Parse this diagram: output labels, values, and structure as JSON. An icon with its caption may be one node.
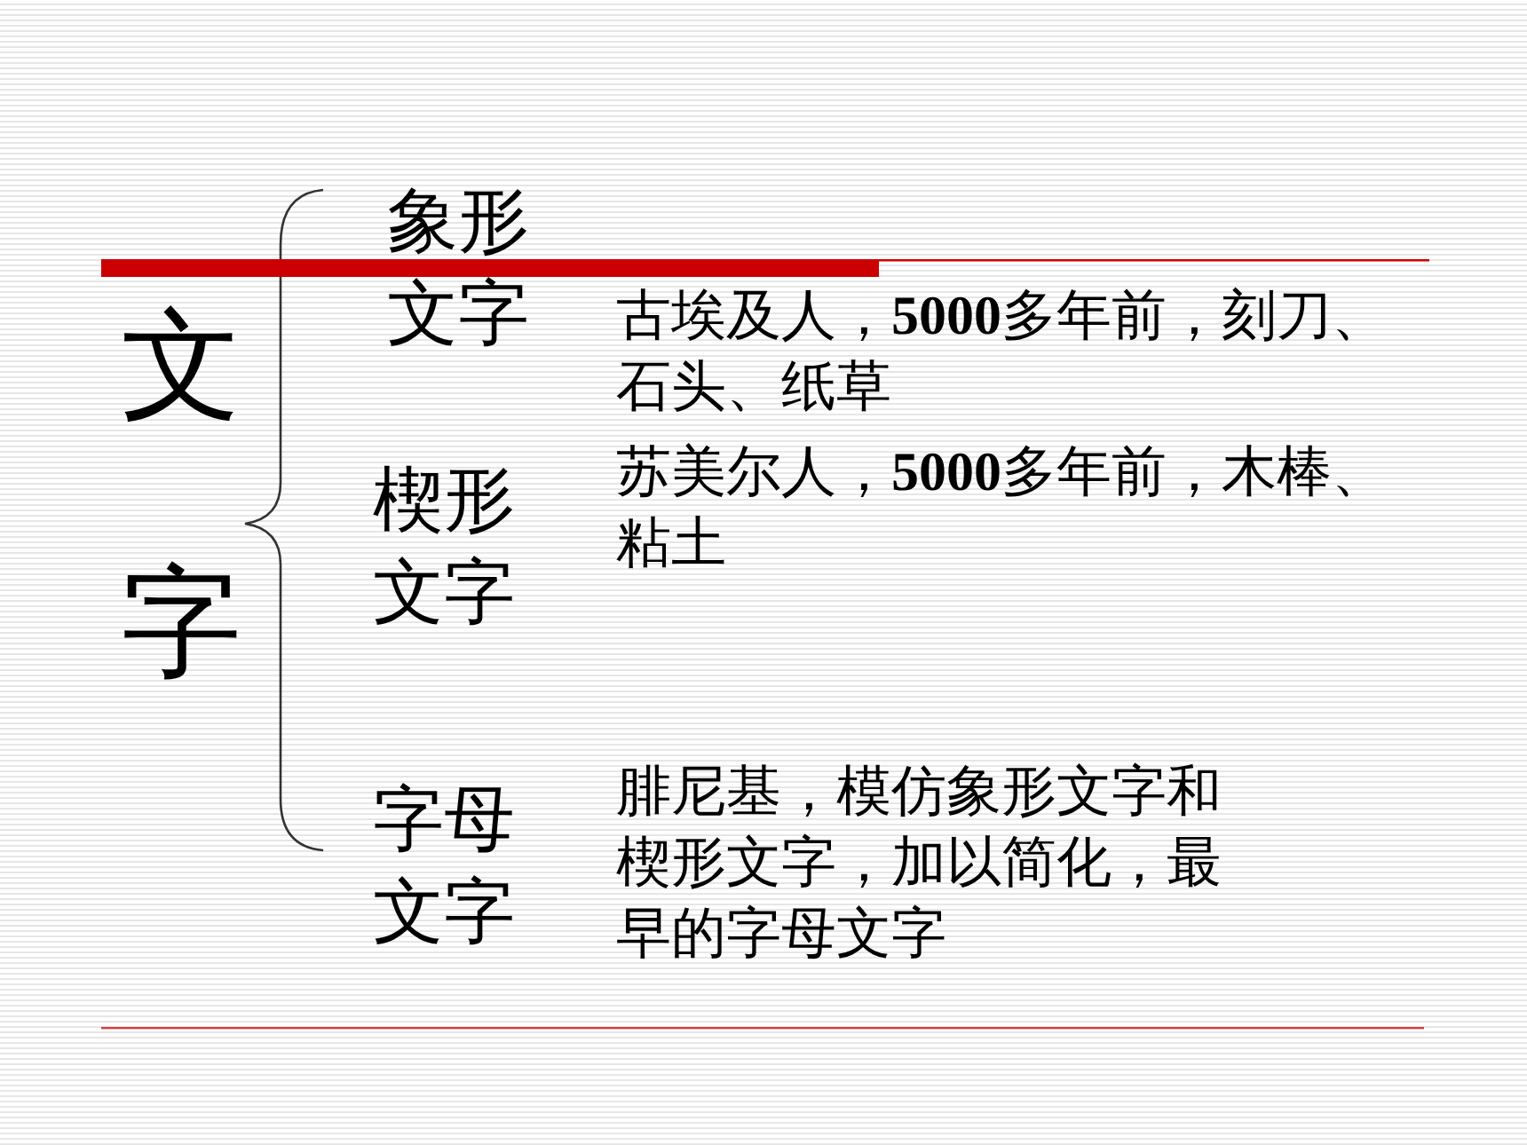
{
  "diagram": {
    "labels": [
      "文字",
      "象形文字",
      "古埃及人，**5000**多年前，刻刀、石头、纸草",
      "楔形文字",
      "苏美尔人，**5000**多年前，木棒、粘土",
      "字母文字",
      "腓尼基，模仿象形文字和楔形文字，加以简化，最早的字母文字"
    ]
  }
}
